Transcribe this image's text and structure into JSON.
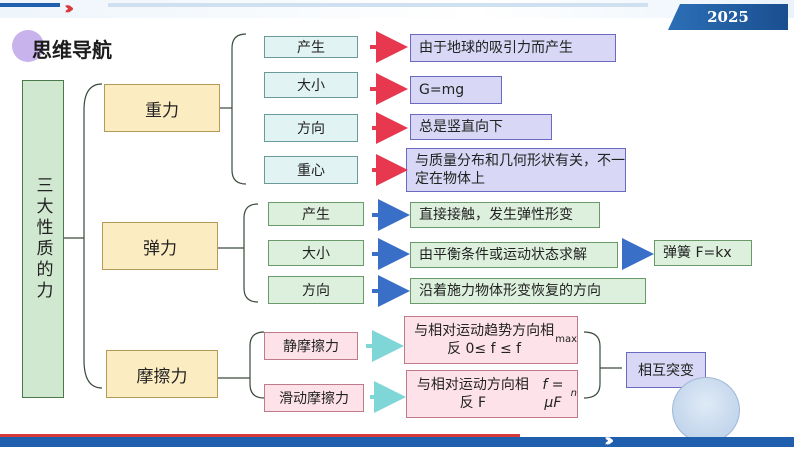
{
  "header": {
    "year": "2025",
    "title": "思维导航"
  },
  "root": {
    "label": "三大性质的力"
  },
  "categories": [
    {
      "label": "重力",
      "rows": [
        {
          "key": "产生",
          "value": "由于地球的吸引力而产生"
        },
        {
          "key": "大小",
          "value": "G=mg"
        },
        {
          "key": "方向",
          "value": "总是竖直向下"
        },
        {
          "key": "重心",
          "value": "与质量分布和几何形状有关，不一定在物体上"
        }
      ]
    },
    {
      "label": "弹力",
      "rows": [
        {
          "key": "产生",
          "value": "直接接触，发生弹性形变"
        },
        {
          "key": "大小",
          "value": "由平衡条件或运动状态求解",
          "extra": "弹簧 F=kx"
        },
        {
          "key": "方向",
          "value": "沿着施力物体形变恢复的方向"
        }
      ]
    },
    {
      "label": "摩擦力",
      "rows": [
        {
          "key": "静摩擦力",
          "value": "与相对运动趋势方向相反 0≤ f ≤ f",
          "value_sub": "max"
        },
        {
          "key": "滑动摩擦力",
          "value": "与相对运动方向相反 F",
          "value_formula": "f = μF",
          "value_sub2": "n"
        }
      ],
      "relation": "相互突变"
    }
  ],
  "colors": {
    "gravity_arrow": "#e8384f",
    "elastic_arrow": "#3a6fc8",
    "friction_arrow": "#7ed6d6"
  }
}
